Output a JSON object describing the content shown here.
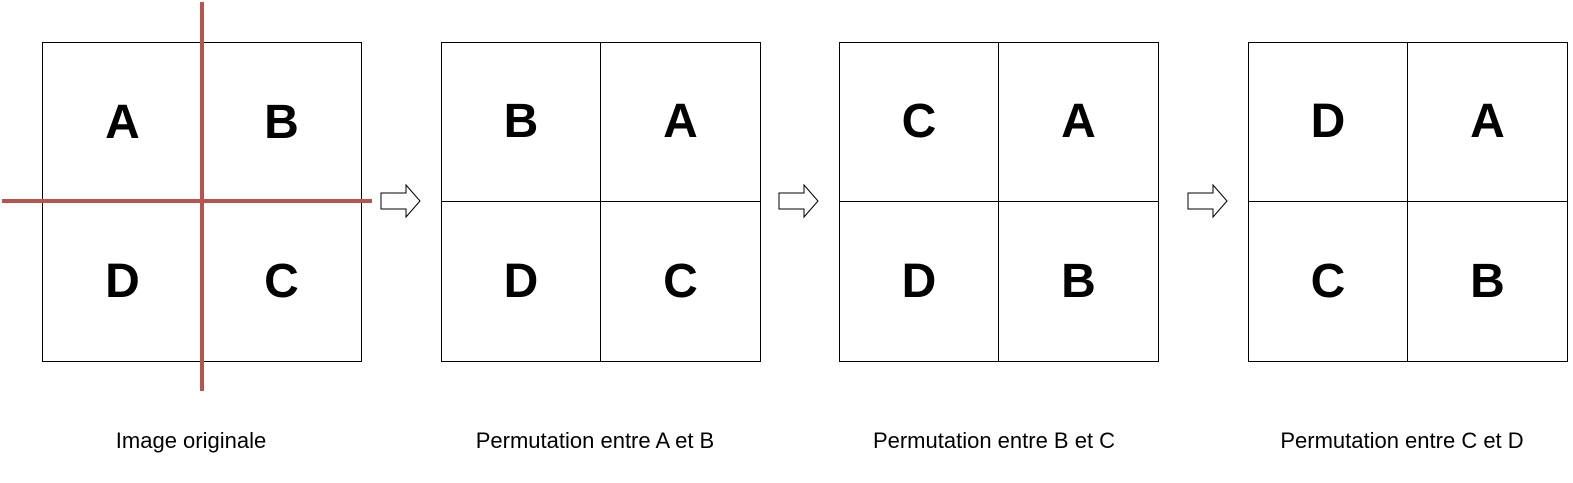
{
  "panels": [
    {
      "cells": [
        "A",
        "B",
        "D",
        "C"
      ],
      "caption": "Image originale"
    },
    {
      "cells": [
        "B",
        "A",
        "D",
        "C"
      ],
      "caption": "Permutation entre A et B"
    },
    {
      "cells": [
        "C",
        "A",
        "D",
        "B"
      ],
      "caption": "Permutation entre B et C"
    },
    {
      "cells": [
        "D",
        "A",
        "C",
        "B"
      ],
      "caption": "Permutation entre C et D"
    }
  ],
  "colors": {
    "cut_line": "#b85450",
    "border": "#000000",
    "text": "#000000"
  },
  "icons": {
    "arrow": "right-arrow-icon"
  }
}
